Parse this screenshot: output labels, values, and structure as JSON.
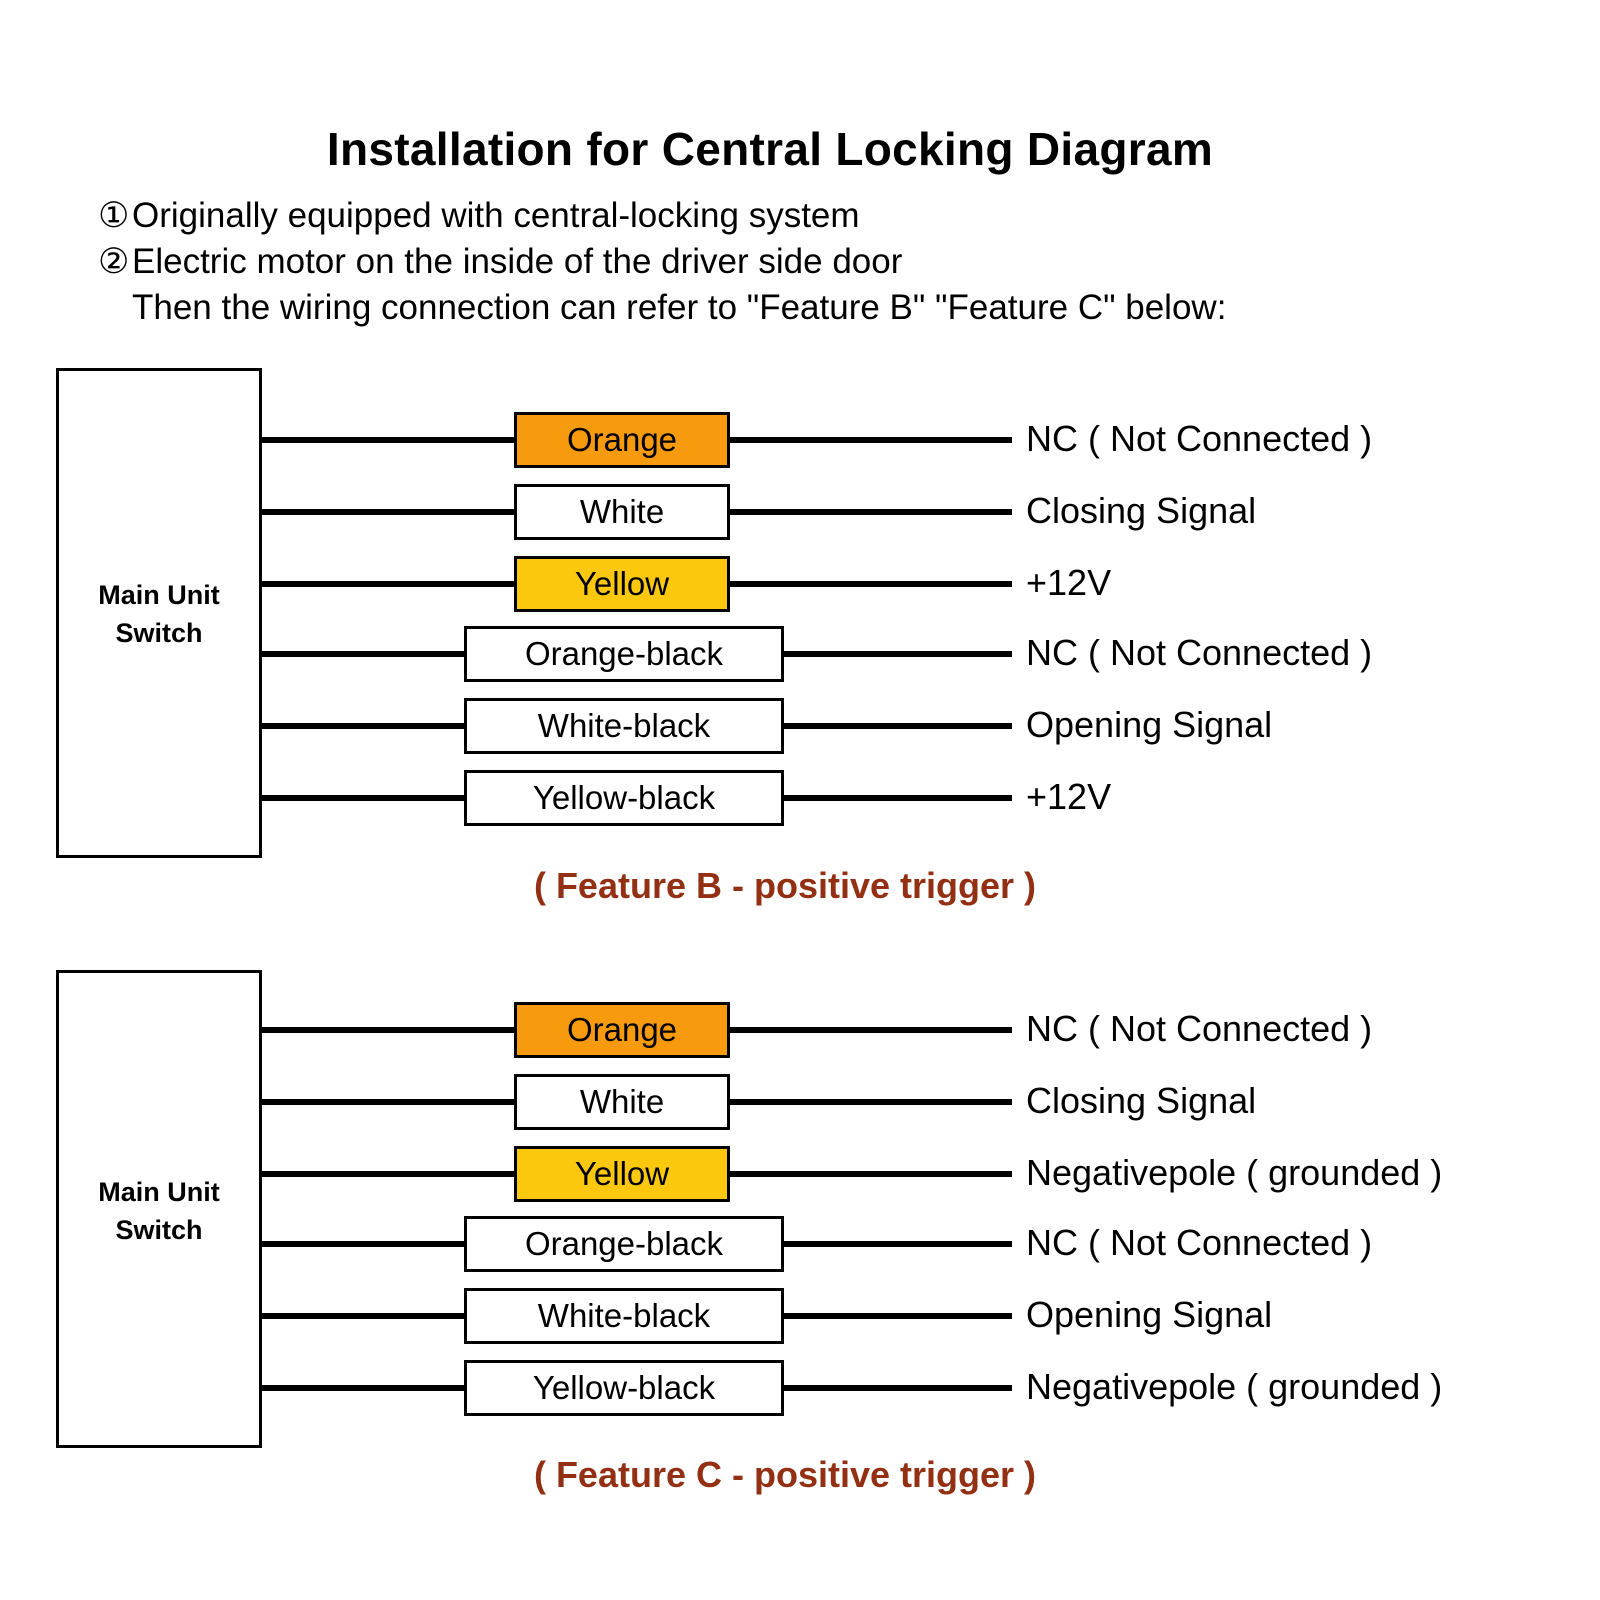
{
  "header": {
    "title": "Installation for Central Locking Diagram",
    "notes": [
      {
        "marker": "①",
        "text": "Originally equipped with central-locking system"
      },
      {
        "marker": "②",
        "text": "Electric motor on the inside of the driver side door"
      },
      {
        "marker": "",
        "text": "Then the wiring connection can refer to \"Feature B\" \"Feature C\" below:"
      }
    ]
  },
  "colors": {
    "orange": "#F89A0E",
    "yellow": "#FBC80D",
    "white": "#FFFFFF",
    "caption": "#933013",
    "wire": "#000000"
  },
  "blocks": [
    {
      "id": "block-b",
      "unit_label": "Main Unit\nSwitch",
      "caption": "( Feature B - positive trigger )",
      "rows": [
        {
          "wire": "Orange",
          "swatch": "orange",
          "width": "narrow",
          "function": "NC ( Not Connected )"
        },
        {
          "wire": "White",
          "swatch": "white",
          "width": "narrow",
          "function": "Closing Signal"
        },
        {
          "wire": "Yellow",
          "swatch": "yellow",
          "width": "narrow",
          "function": "+12V"
        },
        {
          "wire": "Orange-black",
          "swatch": "white",
          "width": "wide",
          "function": "NC ( Not Connected )"
        },
        {
          "wire": "White-black",
          "swatch": "white",
          "width": "wide",
          "function": "Opening Signal"
        },
        {
          "wire": "Yellow-black",
          "swatch": "white",
          "width": "wide",
          "function": "+12V"
        }
      ]
    },
    {
      "id": "block-c",
      "unit_label": "Main Unit\nSwitch",
      "caption": "( Feature C - positive trigger )",
      "rows": [
        {
          "wire": "Orange",
          "swatch": "orange",
          "width": "narrow",
          "function": "NC ( Not Connected )"
        },
        {
          "wire": "White",
          "swatch": "white",
          "width": "narrow",
          "function": "Closing Signal"
        },
        {
          "wire": "Yellow",
          "swatch": "yellow",
          "width": "narrow",
          "function": "Negativepole ( grounded )"
        },
        {
          "wire": "Orange-black",
          "swatch": "white",
          "width": "wide",
          "function": "NC ( Not Connected )"
        },
        {
          "wire": "White-black",
          "swatch": "white",
          "width": "wide",
          "function": "Opening Signal"
        },
        {
          "wire": "Yellow-black",
          "swatch": "white",
          "width": "wide",
          "function": "Negativepole ( grounded )"
        }
      ]
    }
  ]
}
